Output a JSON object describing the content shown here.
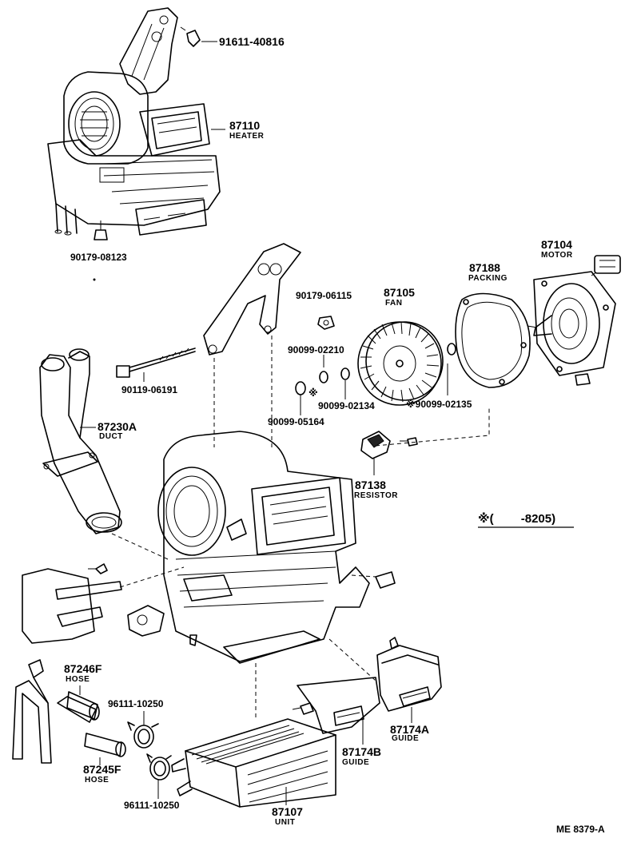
{
  "parts": [
    {
      "id": "p_91611",
      "number": "91611-40816",
      "name": ""
    },
    {
      "id": "p_87110",
      "number": "87110",
      "name": "HEATER"
    },
    {
      "id": "p_90179a",
      "number": "90179-08123",
      "name": ""
    },
    {
      "id": "p_87104",
      "number": "87104",
      "name": "MOTOR"
    },
    {
      "id": "p_87188",
      "number": "87188",
      "name": "PACKING"
    },
    {
      "id": "p_90179b",
      "number": "90179-06115",
      "name": ""
    },
    {
      "id": "p_87105",
      "number": "87105",
      "name": "FAN"
    },
    {
      "id": "p_90099a",
      "number": "90099-02210",
      "name": ""
    },
    {
      "id": "p_90119",
      "number": "90119-06191",
      "name": ""
    },
    {
      "id": "p_90099b",
      "number": "90099-02134",
      "name": ""
    },
    {
      "id": "p_90099c",
      "number": "※90099-02135",
      "name": ""
    },
    {
      "id": "p_90099d",
      "number": "90099-05164",
      "name": ""
    },
    {
      "id": "p_87230",
      "number": "87230A",
      "name": "DUCT"
    },
    {
      "id": "p_87138",
      "number": "87138",
      "name": "RESISTOR"
    },
    {
      "id": "p_87246",
      "number": "87246F",
      "name": "HOSE"
    },
    {
      "id": "p_96111a",
      "number": "96111-10250",
      "name": ""
    },
    {
      "id": "p_87174a",
      "number": "87174A",
      "name": "GUIDE"
    },
    {
      "id": "p_87174b",
      "number": "87174B",
      "name": "GUIDE"
    },
    {
      "id": "p_87245",
      "number": "87245F",
      "name": "HOSE"
    },
    {
      "id": "p_87107",
      "number": "87107",
      "name": "UNIT"
    },
    {
      "id": "p_96111b",
      "number": "96111-10250",
      "name": ""
    }
  ],
  "asterisk_mark": "※",
  "note": "※(　　 -8205)",
  "diagram_ref": "ME 8379-A"
}
